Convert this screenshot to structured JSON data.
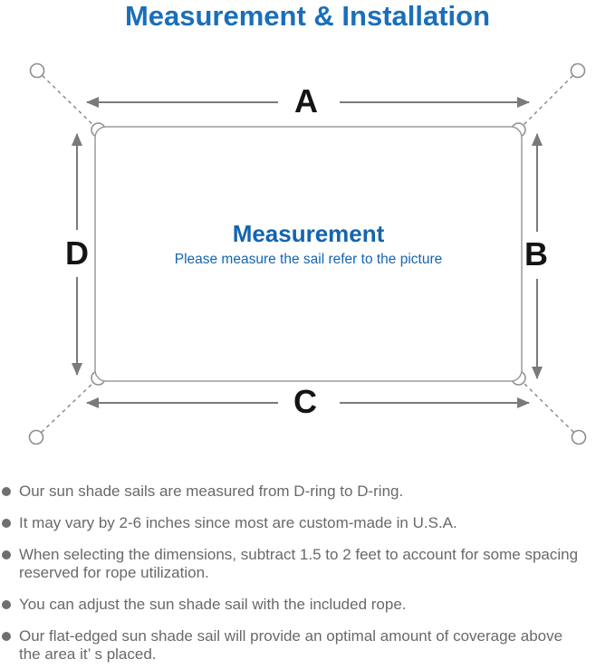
{
  "title": "Measurement & Installation",
  "colors": {
    "accent_blue": "#1a6fb8",
    "center_blue": "#1464ae",
    "note_gray": "#69696c",
    "line_gray": "#8d8d8d",
    "arrow_gray": "#7a7a7a",
    "label_black": "#141414"
  },
  "diagram": {
    "center_title": "Measurement",
    "center_subtitle": "Please measure the sail refer to the picture",
    "side_labels": {
      "top": "A",
      "right": "B",
      "bottom": "C",
      "left": "D"
    },
    "icons": [
      "corner-anchor-ring-icon",
      "corner-d-ring-icon",
      "rope-dashed-line",
      "dimension-arrow-icon"
    ]
  },
  "notes": [
    "Our sun shade sails are measured from D-ring to D-ring.",
    "It may vary by 2-6 inches since most are custom-made in U.S.A.",
    "When selecting the dimensions, subtract 1.5 to 2 feet to account for some spacing\nreserved for rope utilization.",
    "You can adjust the sun shade sail with the included rope.",
    "Our flat-edged sun shade sail will provide an optimal amount of coverage above\nthe area it’ s placed."
  ]
}
